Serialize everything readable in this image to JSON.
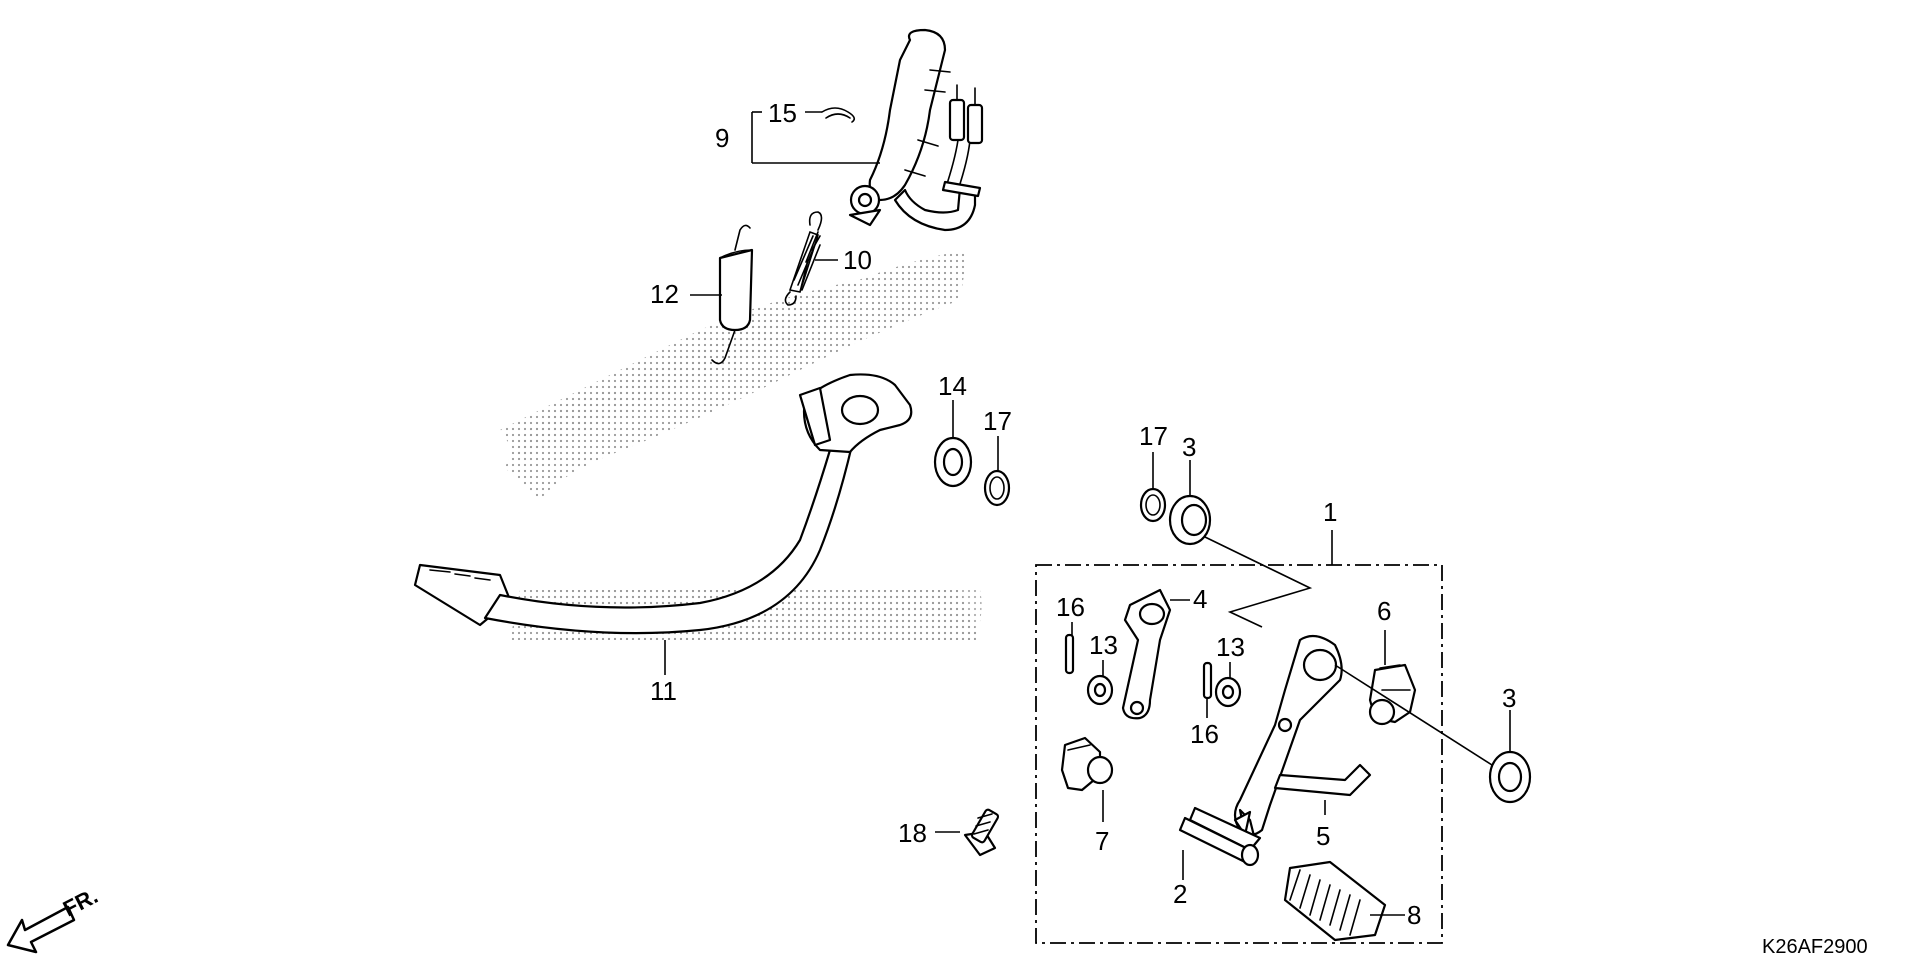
{
  "diagram": {
    "code": "K26AF2900",
    "front_label": "FR.",
    "callouts": {
      "c1": "1",
      "c2": "2",
      "c3a": "3",
      "c3b": "3",
      "c4": "4",
      "c5": "5",
      "c6": "6",
      "c7": "7",
      "c8": "8",
      "c9": "9",
      "c10": "10",
      "c11": "11",
      "c12": "12",
      "c13a": "13",
      "c13b": "13",
      "c14": "14",
      "c15": "15",
      "c16a": "16",
      "c16b": "16",
      "c17a": "17",
      "c17b": "17",
      "c18": "18"
    }
  }
}
